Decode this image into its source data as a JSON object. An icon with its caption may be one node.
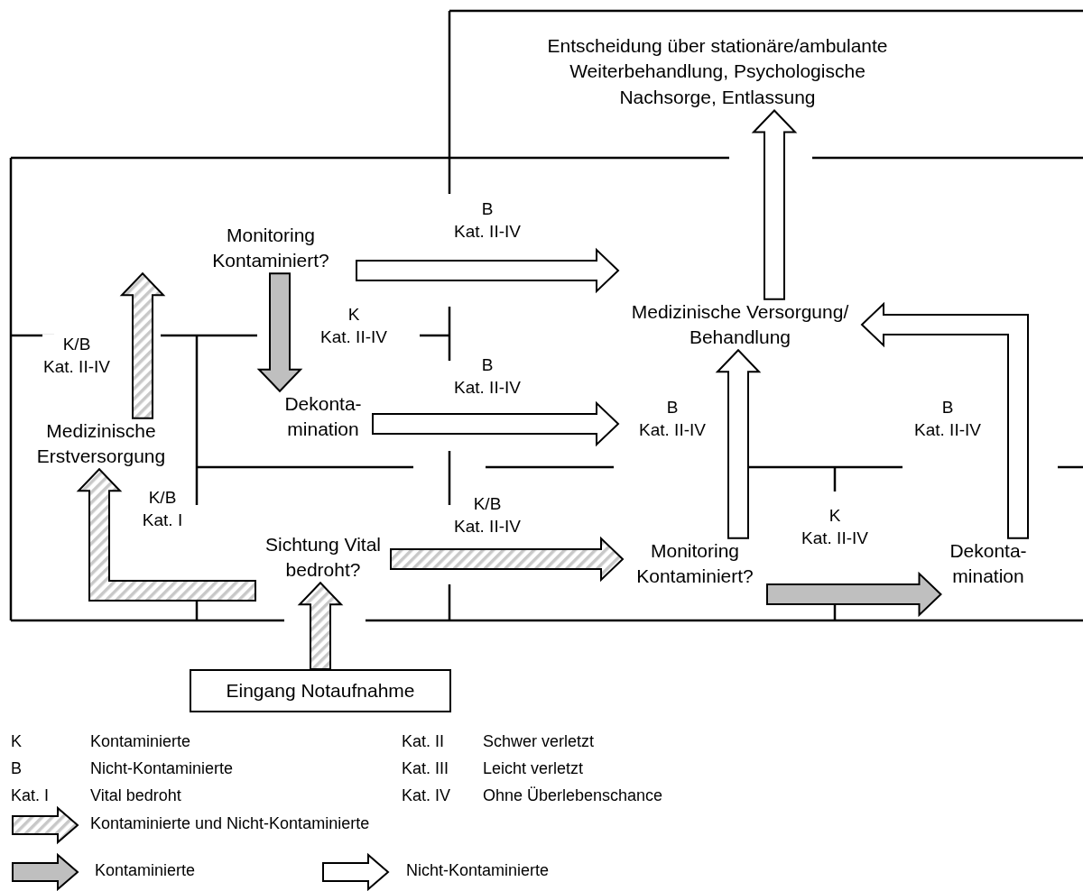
{
  "diagram": {
    "nodes": [
      {
        "text": [
          "Entscheidung über stationäre/ambulante Weiterbehandlung, Psychologische Nachsorge, Entlassung"
        ]
      },
      {
        "text": [
          "Monitoring Kontaminiert?"
        ]
      },
      {
        "text": [
          "Medizinische Versorgung/ Behandlung"
        ]
      },
      {
        "text": [
          "Medizinische Erstversorgung"
        ]
      },
      {
        "text": [
          "Dekonta- mination"
        ]
      },
      {
        "text": [
          "Sichtung Vital bedroht?"
        ]
      },
      {
        "text": [
          "Monitoring Kontaminiert?"
        ]
      },
      {
        "text": [
          "Dekonta- mination"
        ]
      },
      {
        "text": [
          "Eingang Notaufnahme"
        ]
      }
    ],
    "edges": [
      {
        "from": 8,
        "to": 5,
        "arrow": "to",
        "color": "#c8c8c8"
      },
      {
        "from": 5,
        "to": 3,
        "arrow": "to",
        "label": "K/B Kat. I",
        "color": "#c8c8c8"
      },
      {
        "from": 5,
        "to": 6,
        "arrow": "to",
        "label": "K/B Kat. II-IV",
        "color": "#c8c8c8"
      },
      {
        "from": 3,
        "to": 1,
        "arrow": "to",
        "label": "K/B Kat. II-IV",
        "color": "#c8c8c8"
      },
      {
        "from": 1,
        "to": 4,
        "arrow": "to",
        "label": "K Kat. II-IV",
        "color": "#bfbfbf"
      },
      {
        "from": 1,
        "to": 2,
        "arrow": "to",
        "label": "B Kat. II-IV"
      },
      {
        "from": 4,
        "to": 2,
        "arrow": "to",
        "label": "B Kat. II-IV"
      },
      {
        "from": 6,
        "to": 2,
        "arrow": "to",
        "label": "B Kat. II-IV"
      },
      {
        "from": 6,
        "to": 7,
        "arrow": "to",
        "label": "K Kat. II-IV",
        "color": "#bfbfbf"
      },
      {
        "from": 7,
        "to": 2,
        "arrow": "to",
        "label": "B Kat. II-IV"
      },
      {
        "from": 2,
        "to": 0,
        "arrow": "to"
      }
    ],
    "labels": [
      "K",
      "Kontaminierte",
      "Kat. II",
      "Schwer verletzt",
      "B",
      "Nicht-Kontaminierte",
      "Kat. III",
      "Leicht verletzt",
      "Kat. I",
      "Vital bedroht",
      "Kat. IV",
      "Ohne Überlebenschance"
    ],
    "legend": [
      {
        "text": "Kontaminierte und Nicht-Kontaminierte",
        "color": "#c8c8c8"
      },
      {
        "text": "Kontaminierte",
        "color": "#bfbfbf"
      },
      {
        "text": "Nicht-Kontaminierte",
        "color": "#ffffff"
      }
    ]
  }
}
